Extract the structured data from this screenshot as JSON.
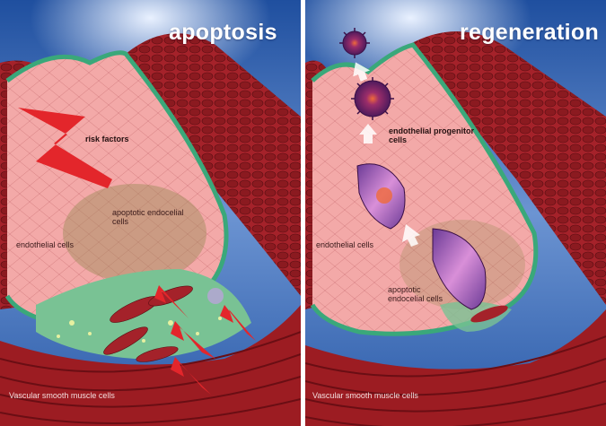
{
  "panels": {
    "left": {
      "title": "apoptosis",
      "labels": {
        "risk_factors": "risk factors",
        "apoptotic_cells": "apoptotic endocelial cells",
        "endothelial_cells": "endothelial cells",
        "smooth_muscle": "Vascular smooth muscle cells"
      }
    },
    "right": {
      "title": "regeneration",
      "labels": {
        "progenitor": "endothelial progenitor cells",
        "endothelial_cells": "endothelial cells",
        "apoptotic_cells": "apoptotic endocelial cells",
        "smooth_muscle": "Vascular smooth muscle cells"
      }
    }
  },
  "colors": {
    "sky": "#2e5fb0",
    "lumen": "#f2a5a5",
    "intima_green": "#3aa87a",
    "wall_red": "#b3222a",
    "muscle_dark": "#7a1017",
    "arrow_red": "#e3262b",
    "progenitor_purple": "#7a3a8c"
  }
}
